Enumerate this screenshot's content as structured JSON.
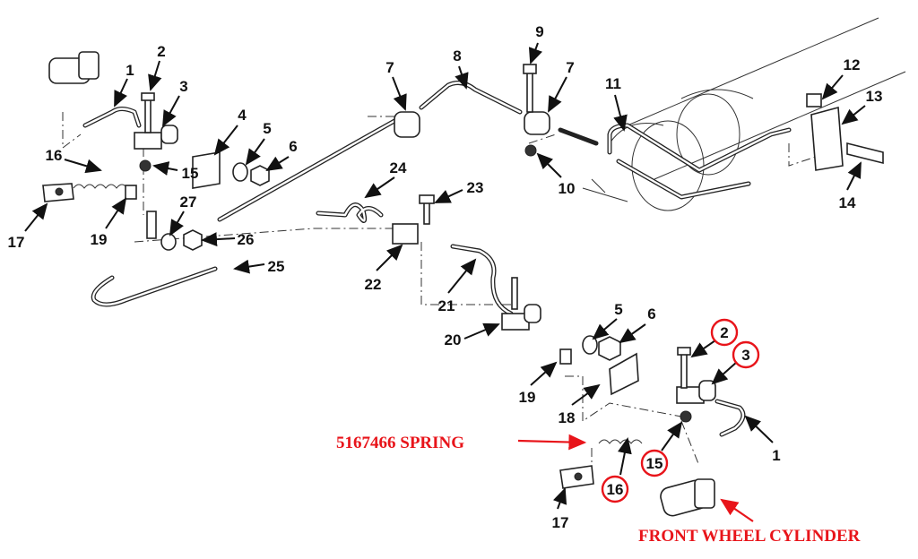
{
  "diagram": {
    "title": "Front brake lines exploded view",
    "callouts": [
      "1",
      "2",
      "3",
      "4",
      "5",
      "6",
      "7",
      "8",
      "9",
      "7",
      "10",
      "11",
      "12",
      "13",
      "14",
      "15",
      "16",
      "17",
      "19",
      "27",
      "26",
      "24",
      "23",
      "22",
      "25",
      "21",
      "20",
      "5",
      "6",
      "2",
      "3",
      "19",
      "18",
      "15",
      "16",
      "17",
      "1"
    ],
    "annotations": {
      "spring": "5167466 SPRING",
      "cylinder": "FRONT WHEEL CYLINDER"
    },
    "colors": {
      "annotation": "#e8141a",
      "line": "#222222"
    }
  }
}
